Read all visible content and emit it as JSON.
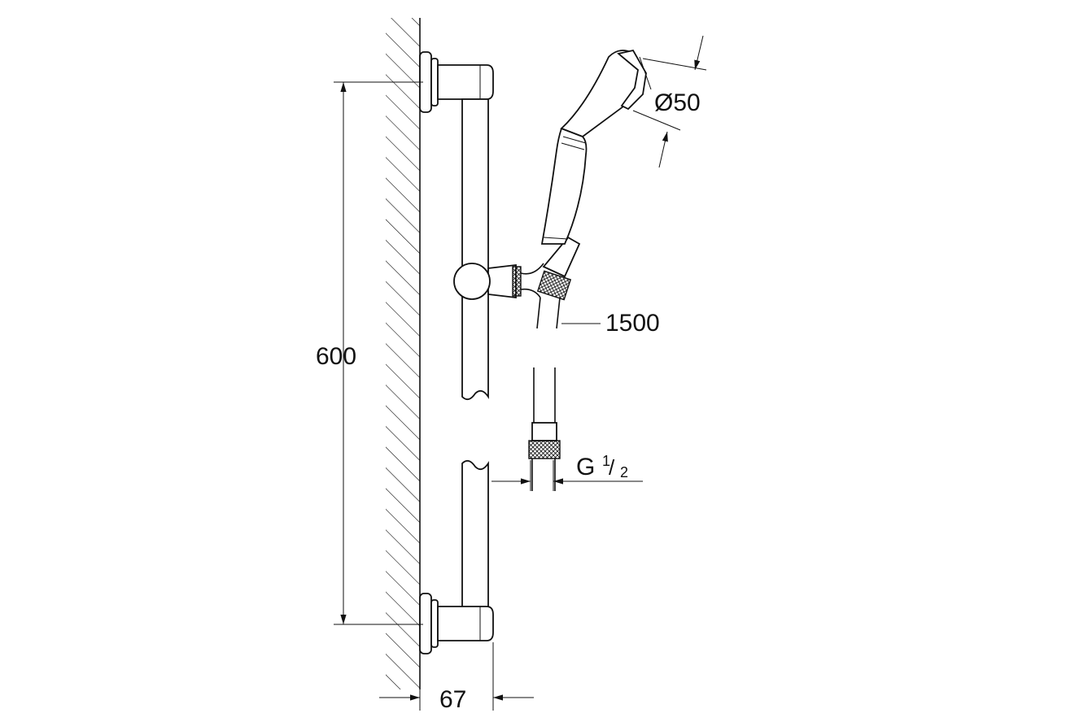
{
  "diagram": {
    "dimensions": {
      "height": "600",
      "depth": "67",
      "head_diameter": "Ø50",
      "hose_length": "1500",
      "thread_main": "G",
      "thread_num": "1",
      "thread_den": "2"
    },
    "colors": {
      "line": "#111111",
      "background": "#ffffff"
    }
  }
}
